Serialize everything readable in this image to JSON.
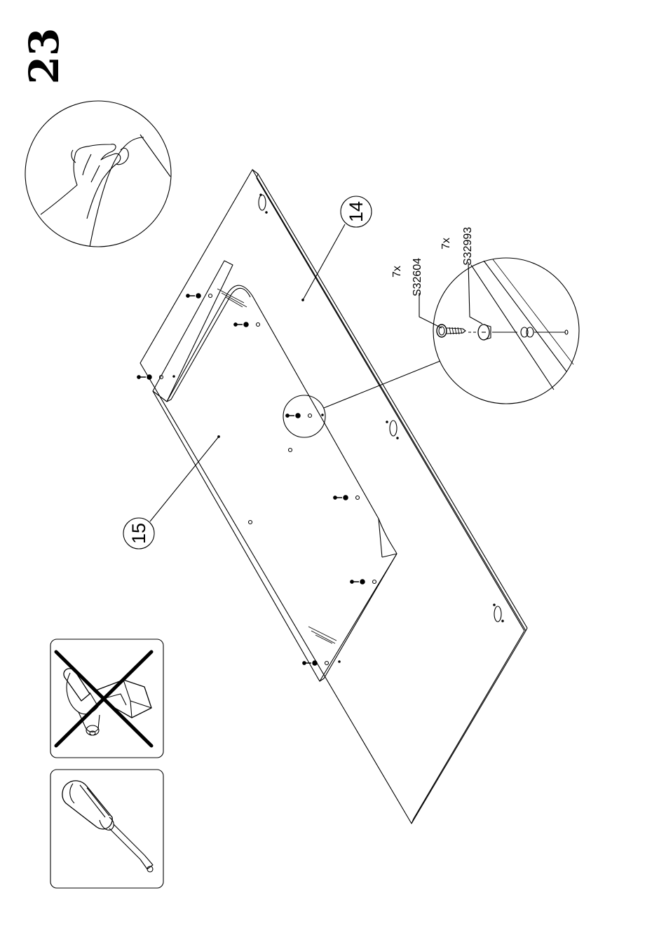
{
  "step": {
    "number": "23"
  },
  "parts": {
    "panel_a": "14",
    "panel_b": "15"
  },
  "hardware": [
    {
      "quantity": "7x",
      "code": "S32604",
      "icon": "screw-icon"
    },
    {
      "quantity": "7x",
      "code": "S32993",
      "icon": "cam-cap-icon"
    }
  ],
  "tools": [
    {
      "icon": "power-drill-icon",
      "allowed": false
    },
    {
      "icon": "screwdriver-icon",
      "allowed": true
    }
  ],
  "colors": {
    "line": "#000000",
    "background": "#ffffff"
  }
}
